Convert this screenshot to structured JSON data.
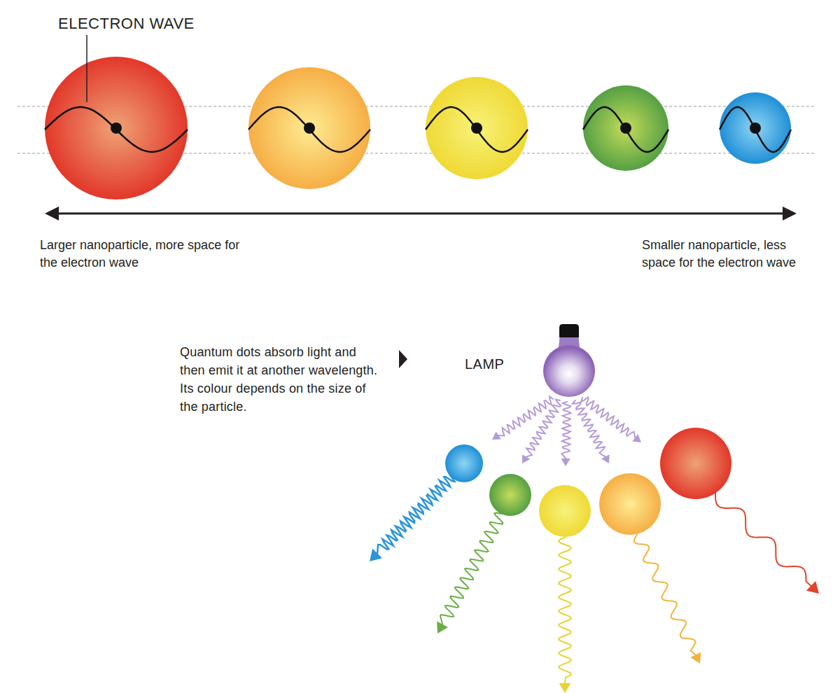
{
  "diagram": {
    "labels": [
      "ELECTRON WAVE",
      "Larger nanoparticle, more space for the electron wave",
      "Smaller nanoparticle, less space for the electron wave",
      "Quantum dots absorb light and then emit it at another wavelength. Its colour depends on the size of the particle.",
      "LAMP"
    ]
  }
}
